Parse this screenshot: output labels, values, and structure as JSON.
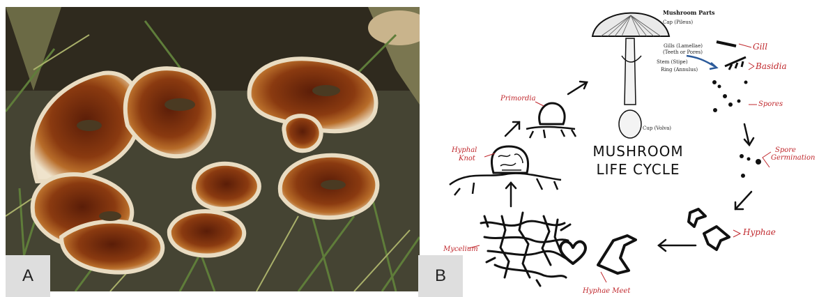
{
  "panels": {
    "a": {
      "label": "A"
    },
    "b": {
      "label": "B"
    }
  },
  "diagram": {
    "title_line1": "MUSHROOM",
    "title_line2": "LIFE CYCLE",
    "parts_heading": "Mushroom Parts",
    "parts": {
      "cap": "Cap (Pileus)",
      "gills_line1": "Gills (Lamellae)",
      "gills_line2": "(Teeth or Pores)",
      "stem": "Stem (Stipe)",
      "ring": "Ring (Annulus)",
      "cup": "Cup (Volva)"
    },
    "stages": {
      "gill": "Gill",
      "basidia": "Basidia",
      "spores": "Spores",
      "spore_germination_line1": "Spore",
      "spore_germination_line2": "Germination",
      "hyphae": "Hyphae",
      "hyphae_meet": "Hyphae Meet",
      "mycelium": "Mycelium",
      "hyphal_knot_line1": "Hyphal",
      "hyphal_knot_line2": "Knot",
      "primordia": "Primordia"
    },
    "colors": {
      "annotation": "#c0282d",
      "pointer": "#2b5a9a",
      "ink": "#111111"
    }
  }
}
